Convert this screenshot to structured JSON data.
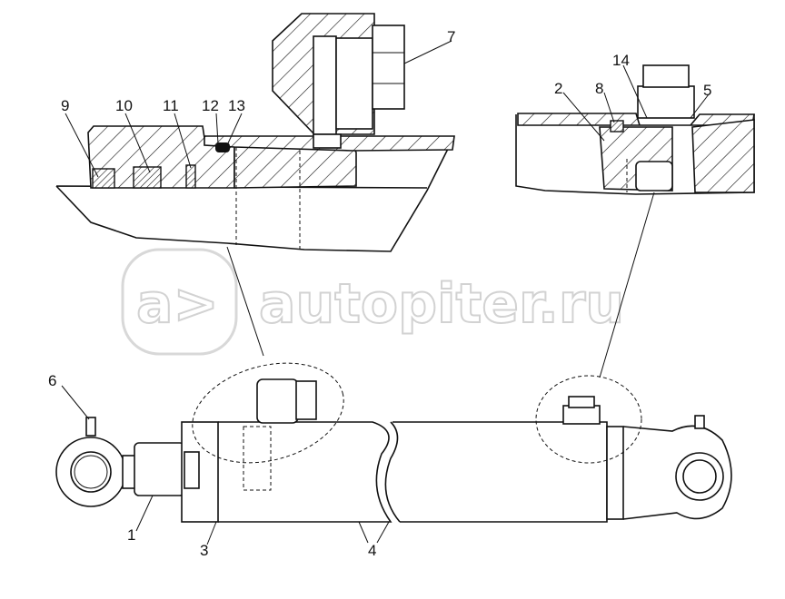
{
  "diagram": {
    "title": "Hydraulic cylinder assembly",
    "watermark": "autopiter.ru",
    "callouts": [
      "1",
      "2",
      "3",
      "4",
      "5",
      "6",
      "7",
      "8",
      "9",
      "10",
      "11",
      "12",
      "13",
      "14"
    ],
    "colors": {
      "ink": "#111111",
      "watermark": "#d2d2d2"
    }
  }
}
